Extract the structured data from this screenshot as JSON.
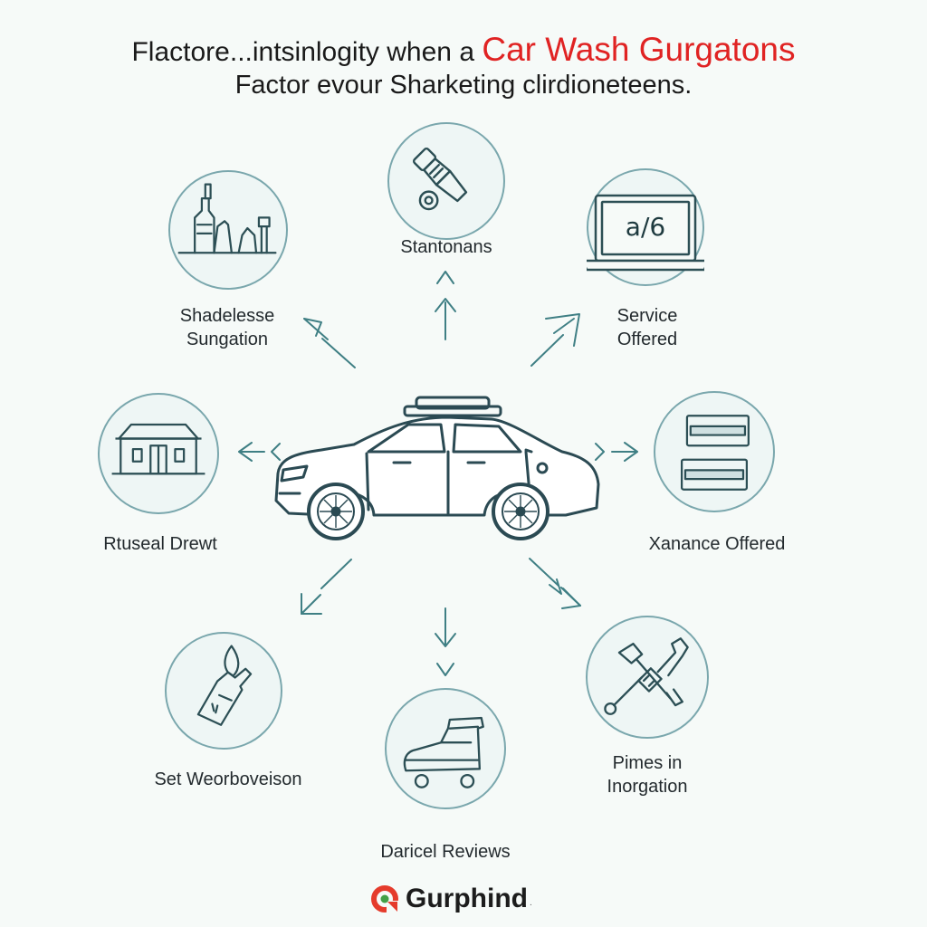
{
  "header": {
    "title_prefix": "Flactore...intsinlogity when a",
    "title_accent": "Car Wash Gurgatons",
    "subtitle": "Factor evour Sharketing clirdioneteens."
  },
  "nodes": {
    "top": {
      "label": "Stantonans"
    },
    "top_left": {
      "line1": "Shadelesse",
      "line2": "Sungation"
    },
    "top_right": {
      "line1": "Service",
      "line2": "Offered",
      "screen_text": "a/6"
    },
    "mid_left": {
      "label": "Rtuseal Drewt"
    },
    "mid_right": {
      "label": "Xanance Offered"
    },
    "bottom_left": {
      "label": "Set Weorboveison"
    },
    "bottom_center": {
      "label": "Daricel Reviews"
    },
    "bottom_right": {
      "line1": "Pimes in",
      "line2": "Inorgation"
    }
  },
  "brand": {
    "name": "Gurphind",
    "trademark": "."
  },
  "colors": {
    "accent": "#e02323",
    "line": "#3b6b72",
    "arrow": "#4f8b8f",
    "circle_border": "#7aa7ad",
    "logo_red": "#e53b2c",
    "logo_green": "#43a047"
  }
}
